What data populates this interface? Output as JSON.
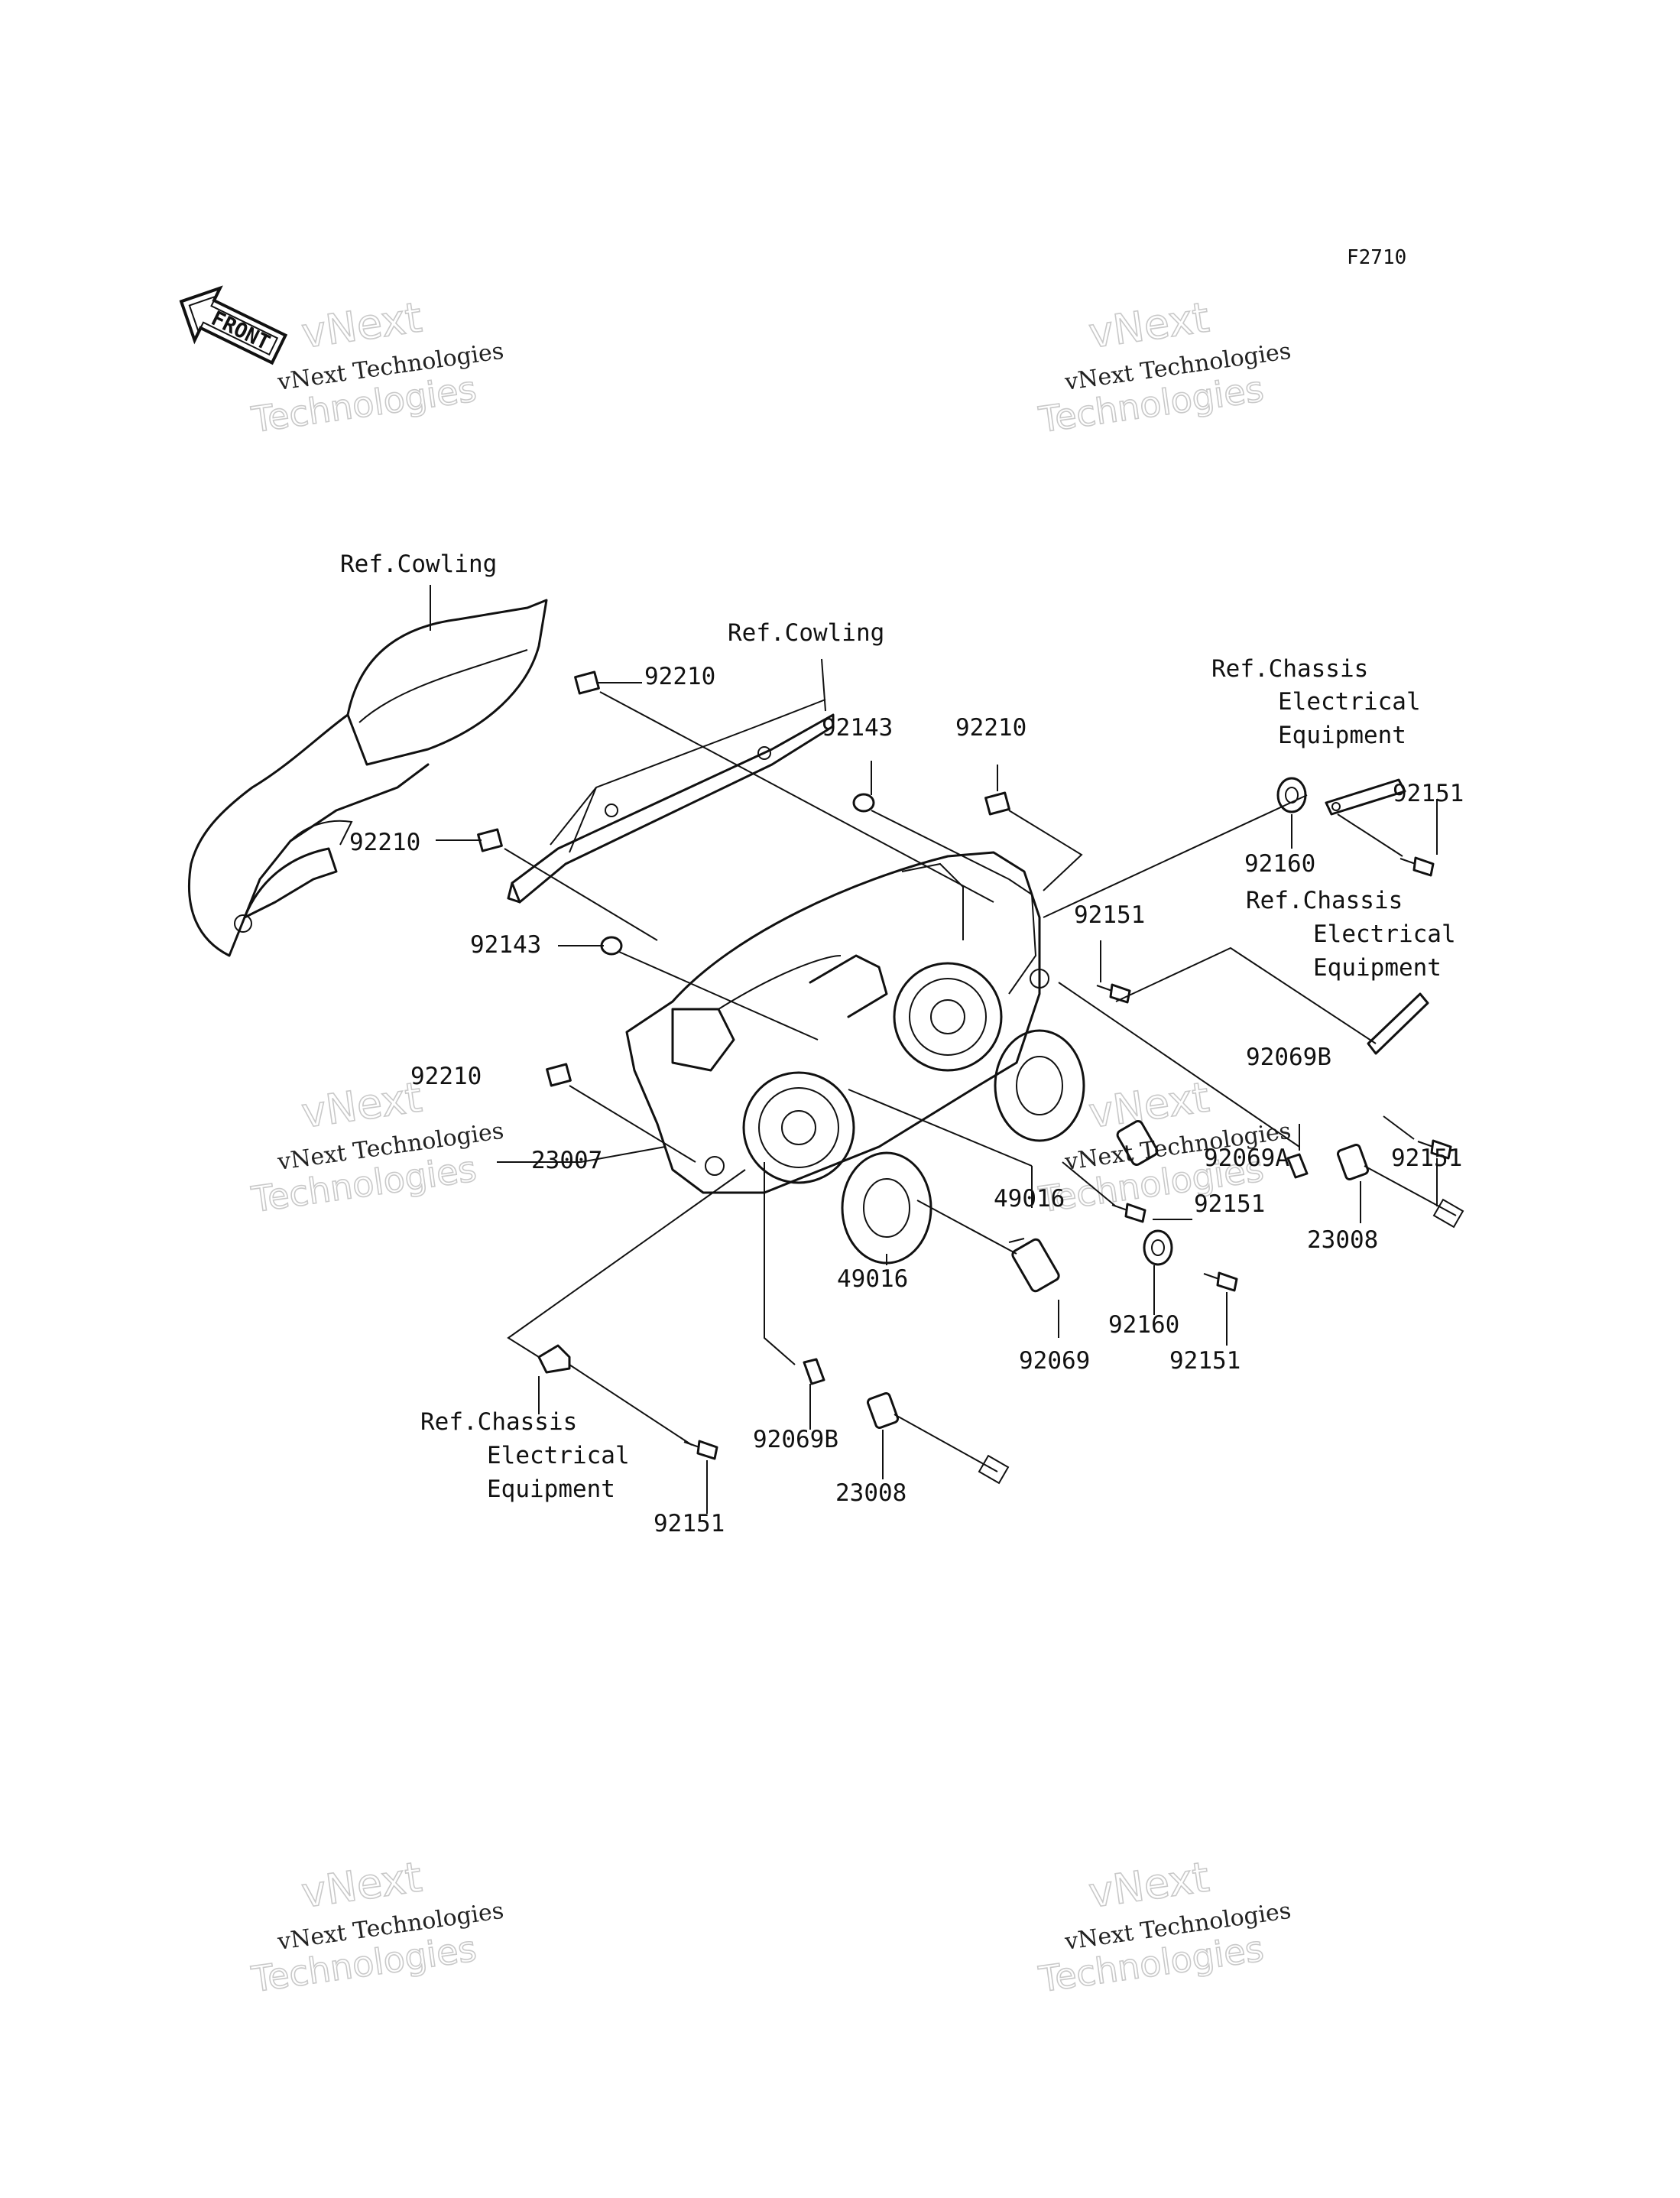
{
  "diagram_code": "F2710",
  "front_arrow_label": "FRONT",
  "watermark": {
    "line1": "vNext",
    "line2": "vNext Technologies",
    "line3": "Technologies"
  },
  "callouts": {
    "ref_cowling_top": "Ref.Cowling",
    "ref_cowling_right": "Ref.Cowling",
    "ref_chassis_1": [
      "Ref.Chassis",
      "Electrical",
      "Equipment"
    ],
    "ref_chassis_2": [
      "Ref.Chassis",
      "Electrical",
      "Equipment"
    ],
    "ref_chassis_3": [
      "Ref.Chassis",
      "Electrical",
      "Equipment"
    ],
    "p92210_a": "92210",
    "p92210_b": "92210",
    "p92210_c": "92210",
    "p92210_d": "92210",
    "p92143_a": "92143",
    "p92143_b": "92143",
    "p92151_a": "92151",
    "p92151_b": "92151",
    "p92151_c": "92151",
    "p92151_d": "92151",
    "p92151_e": "92151",
    "p92151_f": "92151",
    "p92160_a": "92160",
    "p92160_b": "92160",
    "p92069B_a": "92069B",
    "p92069B_b": "92069B",
    "p92069A": "92069A",
    "p92069": "92069",
    "p23007": "23007",
    "p23008_a": "23008",
    "p23008_b": "23008",
    "p49016_a": "49016",
    "p49016_b": "49016"
  }
}
